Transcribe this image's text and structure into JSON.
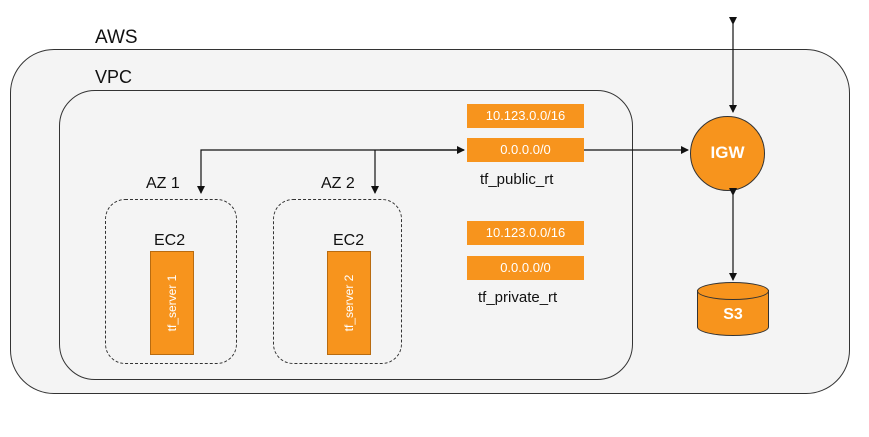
{
  "labels": {
    "aws": "AWS",
    "vpc": "VPC",
    "az1": "AZ 1",
    "az2": "AZ 2",
    "ec2_1": "EC2",
    "ec2_2": "EC2",
    "server1": "tf_server 1",
    "server2": "tf_server 2",
    "igw": "IGW",
    "s3": "S3"
  },
  "public_rt": {
    "name": "tf_public_rt",
    "entries": [
      "10.123.0.0/16",
      "0.0.0.0/0"
    ]
  },
  "private_rt": {
    "name": "tf_private_rt",
    "entries": [
      "10.123.0.0/16",
      "0.0.0.0/0"
    ]
  },
  "colors": {
    "accent": "#f7941d",
    "container": "#f4f4f4",
    "line": "#333333"
  }
}
